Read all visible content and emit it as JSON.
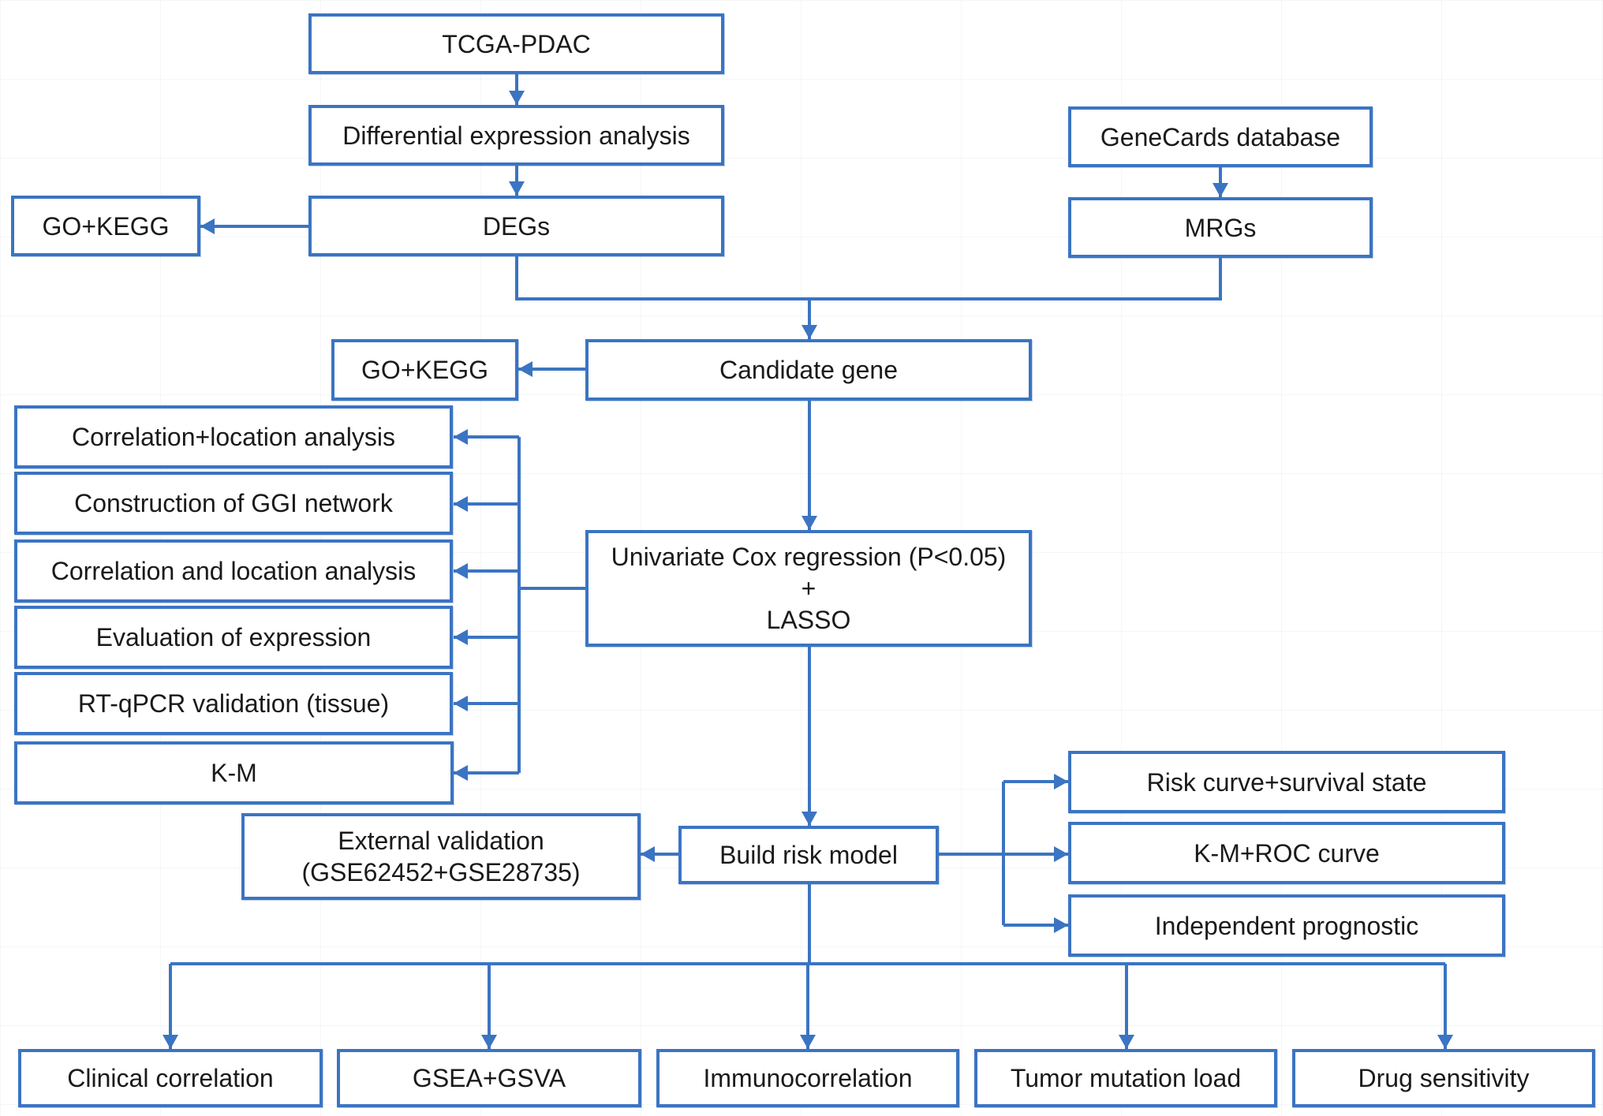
{
  "colors": {
    "stroke": "#3b74c2",
    "text": "#1a1a1a",
    "background": "#ffffff"
  },
  "nodes": {
    "tcga": "TCGA-PDAC",
    "dea": "Differential expression analysis",
    "genecards": "GeneCards database",
    "go_kegg_1": "GO+KEGG",
    "degs": "DEGs",
    "mrgs": "MRGs",
    "go_kegg_2": "GO+KEGG",
    "candidate": "Candidate gene",
    "cox_line1": "Univariate Cox regression (P<0.05)",
    "cox_line2": "+",
    "cox_line3": "LASSO",
    "left_list": [
      "Correlation+location analysis",
      "Construction of GGI network",
      "Correlation and location analysis",
      "Evaluation of expression",
      "RT-qPCR validation (tissue)",
      "K-M"
    ],
    "ext_line1": "External validation",
    "ext_line2": "(GSE62452+GSE28735)",
    "build": "Build risk model",
    "right_list": [
      "Risk curve+survival state",
      "K-M+ROC curve",
      "Independent prognostic"
    ],
    "bottom_list": [
      "Clinical correlation",
      "GSEA+GSVA",
      "Immunocorrelation",
      "Tumor mutation load",
      "Drug sensitivity"
    ]
  }
}
